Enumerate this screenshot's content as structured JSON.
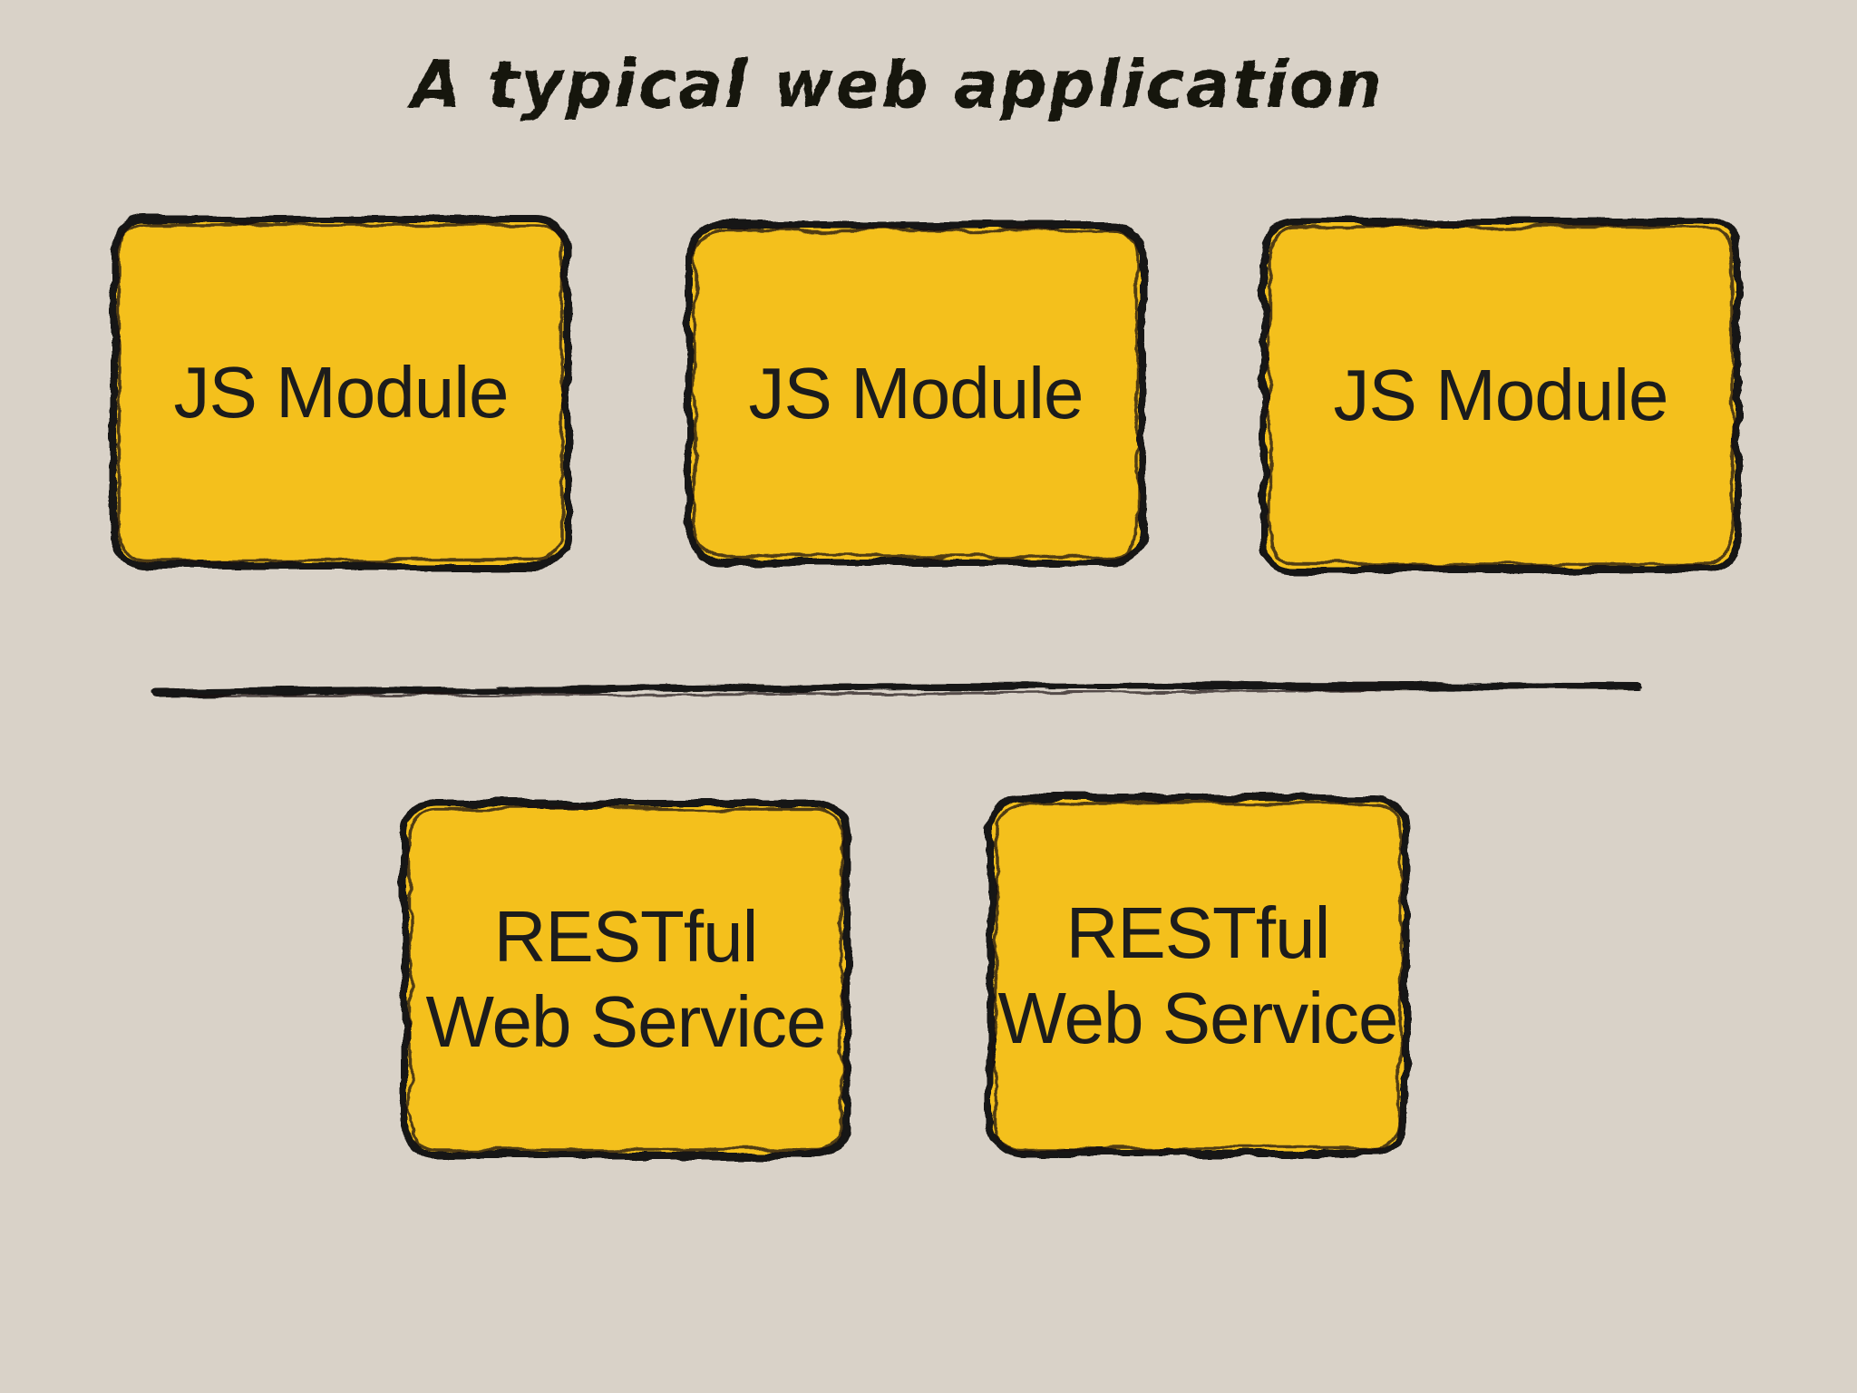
{
  "page": {
    "title": "A typical web application",
    "colors": {
      "background": "#D9D2C8",
      "node_fill": "#F4C01F",
      "stroke": "#171513",
      "label_text": "#1C1C1C"
    },
    "nodes": [
      {
        "id": "js-module-1",
        "lines": [
          "JS Module"
        ]
      },
      {
        "id": "js-module-2",
        "lines": [
          "JS Module"
        ]
      },
      {
        "id": "js-module-3",
        "lines": [
          "JS Module"
        ]
      },
      {
        "id": "restful-web-service-1",
        "lines": [
          "RESTful",
          "Web Service"
        ]
      },
      {
        "id": "restful-web-service-2",
        "lines": [
          "RESTful",
          "Web Service"
        ]
      }
    ]
  }
}
